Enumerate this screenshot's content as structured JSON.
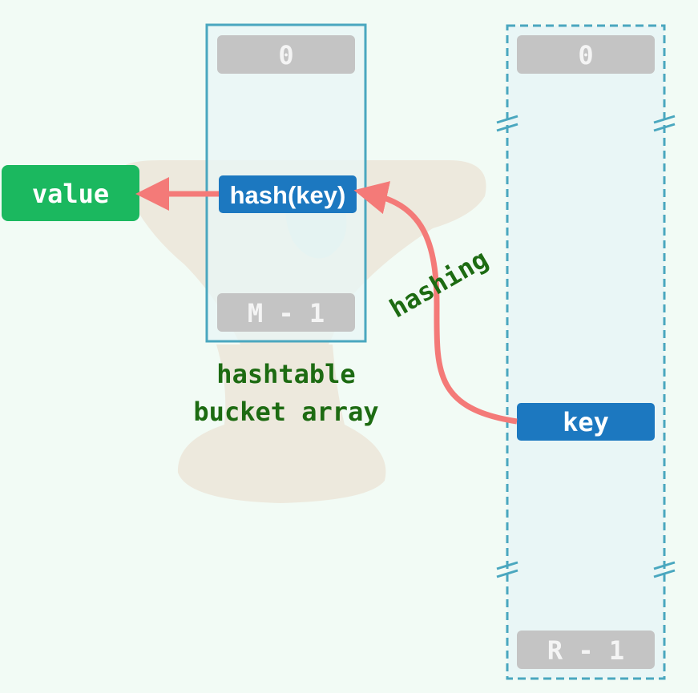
{
  "bucket_array": {
    "top_cell": "0",
    "middle_cell": "hash(key)",
    "bottom_cell": "M - 1",
    "caption_line1": "hashtable",
    "caption_line2": "bucket array"
  },
  "key_space": {
    "top_cell": "0",
    "key_cell": "key",
    "bottom_cell": "R - 1"
  },
  "value_box": "value",
  "arrow_label": "hashing",
  "colors": {
    "background": "#f2fbf5",
    "array_fill": "#e8f5f6",
    "array_stroke": "#4aa7bf",
    "cell_gray": "#c4c4c4",
    "cell_blue": "#1c78c0",
    "value_green": "#1bb85f",
    "arrow_red": "#f47a78",
    "caption_green": "#1d6b12",
    "watermark": "#ede9dd"
  }
}
